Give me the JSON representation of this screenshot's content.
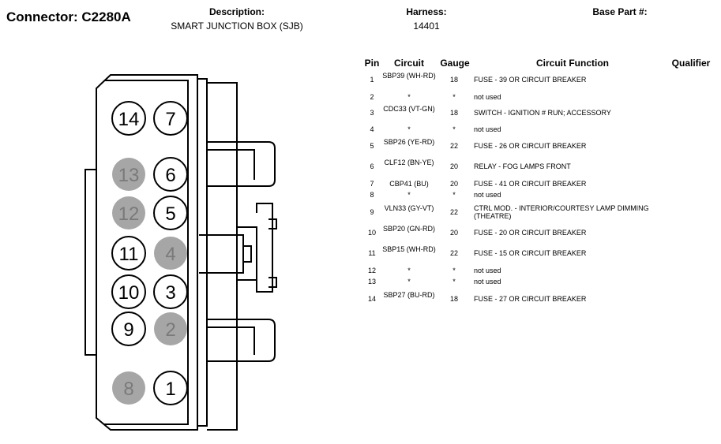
{
  "connector": {
    "title": "Connector: C2280A"
  },
  "header": {
    "description_label": "Description:",
    "description_value": "SMART JUNCTION BOX (SJB)",
    "harness_label": "Harness:",
    "harness_value": "14401",
    "base_part_label": "Base Part #:"
  },
  "table": {
    "columns": {
      "pin": "Pin",
      "circuit": "Circuit",
      "gauge": "Gauge",
      "function": "Circuit Function",
      "qualifier": "Qualifier"
    },
    "rows": [
      {
        "pin": "1",
        "circuit": "SBP39 (WH-RD)",
        "gauge": "18",
        "function": "FUSE - 39 OR CIRCUIT BREAKER"
      },
      {
        "pin": "2",
        "circuit": "*",
        "gauge": "*",
        "function": "not used"
      },
      {
        "pin": "3",
        "circuit": "CDC33 (VT-GN)",
        "gauge": "18",
        "function": "SWITCH - IGNITION # RUN; ACCESSORY"
      },
      {
        "pin": "4",
        "circuit": "*",
        "gauge": "*",
        "function": "not used"
      },
      {
        "pin": "5",
        "circuit": "SBP26 (YE-RD)",
        "gauge": "22",
        "function": "FUSE - 26 OR CIRCUIT BREAKER"
      },
      {
        "pin": "6",
        "circuit": "CLF12 (BN-YE)",
        "gauge": "20",
        "function": "RELAY - FOG LAMPS FRONT"
      },
      {
        "pin": "7",
        "circuit": "CBP41 (BU)",
        "gauge": "20",
        "function": "FUSE - 41 OR CIRCUIT BREAKER"
      },
      {
        "pin": "8",
        "circuit": "*",
        "gauge": "*",
        "function": "not used"
      },
      {
        "pin": "9",
        "circuit": "VLN33 (GY-VT)",
        "gauge": "22",
        "function": "CTRL MOD. - INTERIOR/COURTESY LAMP DIMMING (THEATRE)"
      },
      {
        "pin": "10",
        "circuit": "SBP20 (GN-RD)",
        "gauge": "20",
        "function": "FUSE - 20 OR CIRCUIT BREAKER"
      },
      {
        "pin": "11",
        "circuit": "SBP15 (WH-RD)",
        "gauge": "22",
        "function": "FUSE - 15 OR CIRCUIT BREAKER"
      },
      {
        "pin": "12",
        "circuit": "*",
        "gauge": "*",
        "function": "not used"
      },
      {
        "pin": "13",
        "circuit": "*",
        "gauge": "*",
        "function": "not used"
      },
      {
        "pin": "14",
        "circuit": "SBP27 (BU-RD)",
        "gauge": "18",
        "function": "FUSE - 27 OR CIRCUIT BREAKER"
      }
    ]
  },
  "pins": [
    {
      "label": "14",
      "used": true
    },
    {
      "label": "7",
      "used": true
    },
    {
      "label": "13",
      "used": false
    },
    {
      "label": "6",
      "used": true
    },
    {
      "label": "12",
      "used": false
    },
    {
      "label": "5",
      "used": true
    },
    {
      "label": "11",
      "used": true
    },
    {
      "label": "4",
      "used": false
    },
    {
      "label": "10",
      "used": true
    },
    {
      "label": "3",
      "used": true
    },
    {
      "label": "9",
      "used": true
    },
    {
      "label": "2",
      "used": false
    },
    {
      "label": "8",
      "used": false
    },
    {
      "label": "1",
      "used": true
    }
  ],
  "colors": {
    "used_fill": "#ffffff",
    "unused_fill": "#a6a6a6",
    "used_text": "#000000",
    "unused_text": "#7a7a7a"
  }
}
